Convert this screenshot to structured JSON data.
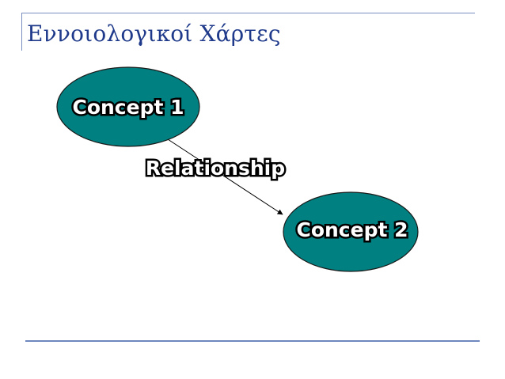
{
  "slide": {
    "title": "Εννοιολογικοί Χάρτες"
  },
  "diagram": {
    "nodes": [
      {
        "id": "concept1",
        "label": "Concept 1"
      },
      {
        "id": "concept2",
        "label": "Concept 2"
      }
    ],
    "edges": [
      {
        "from": "concept1",
        "to": "concept2",
        "label": "Relationship"
      }
    ],
    "colors": {
      "node_fill": "#008080",
      "node_stroke": "#1a1a1a",
      "label_fill": "#ffffff",
      "label_outline": "#000000",
      "title": "#1f3a8a",
      "rules": "#7a8fbf"
    }
  }
}
